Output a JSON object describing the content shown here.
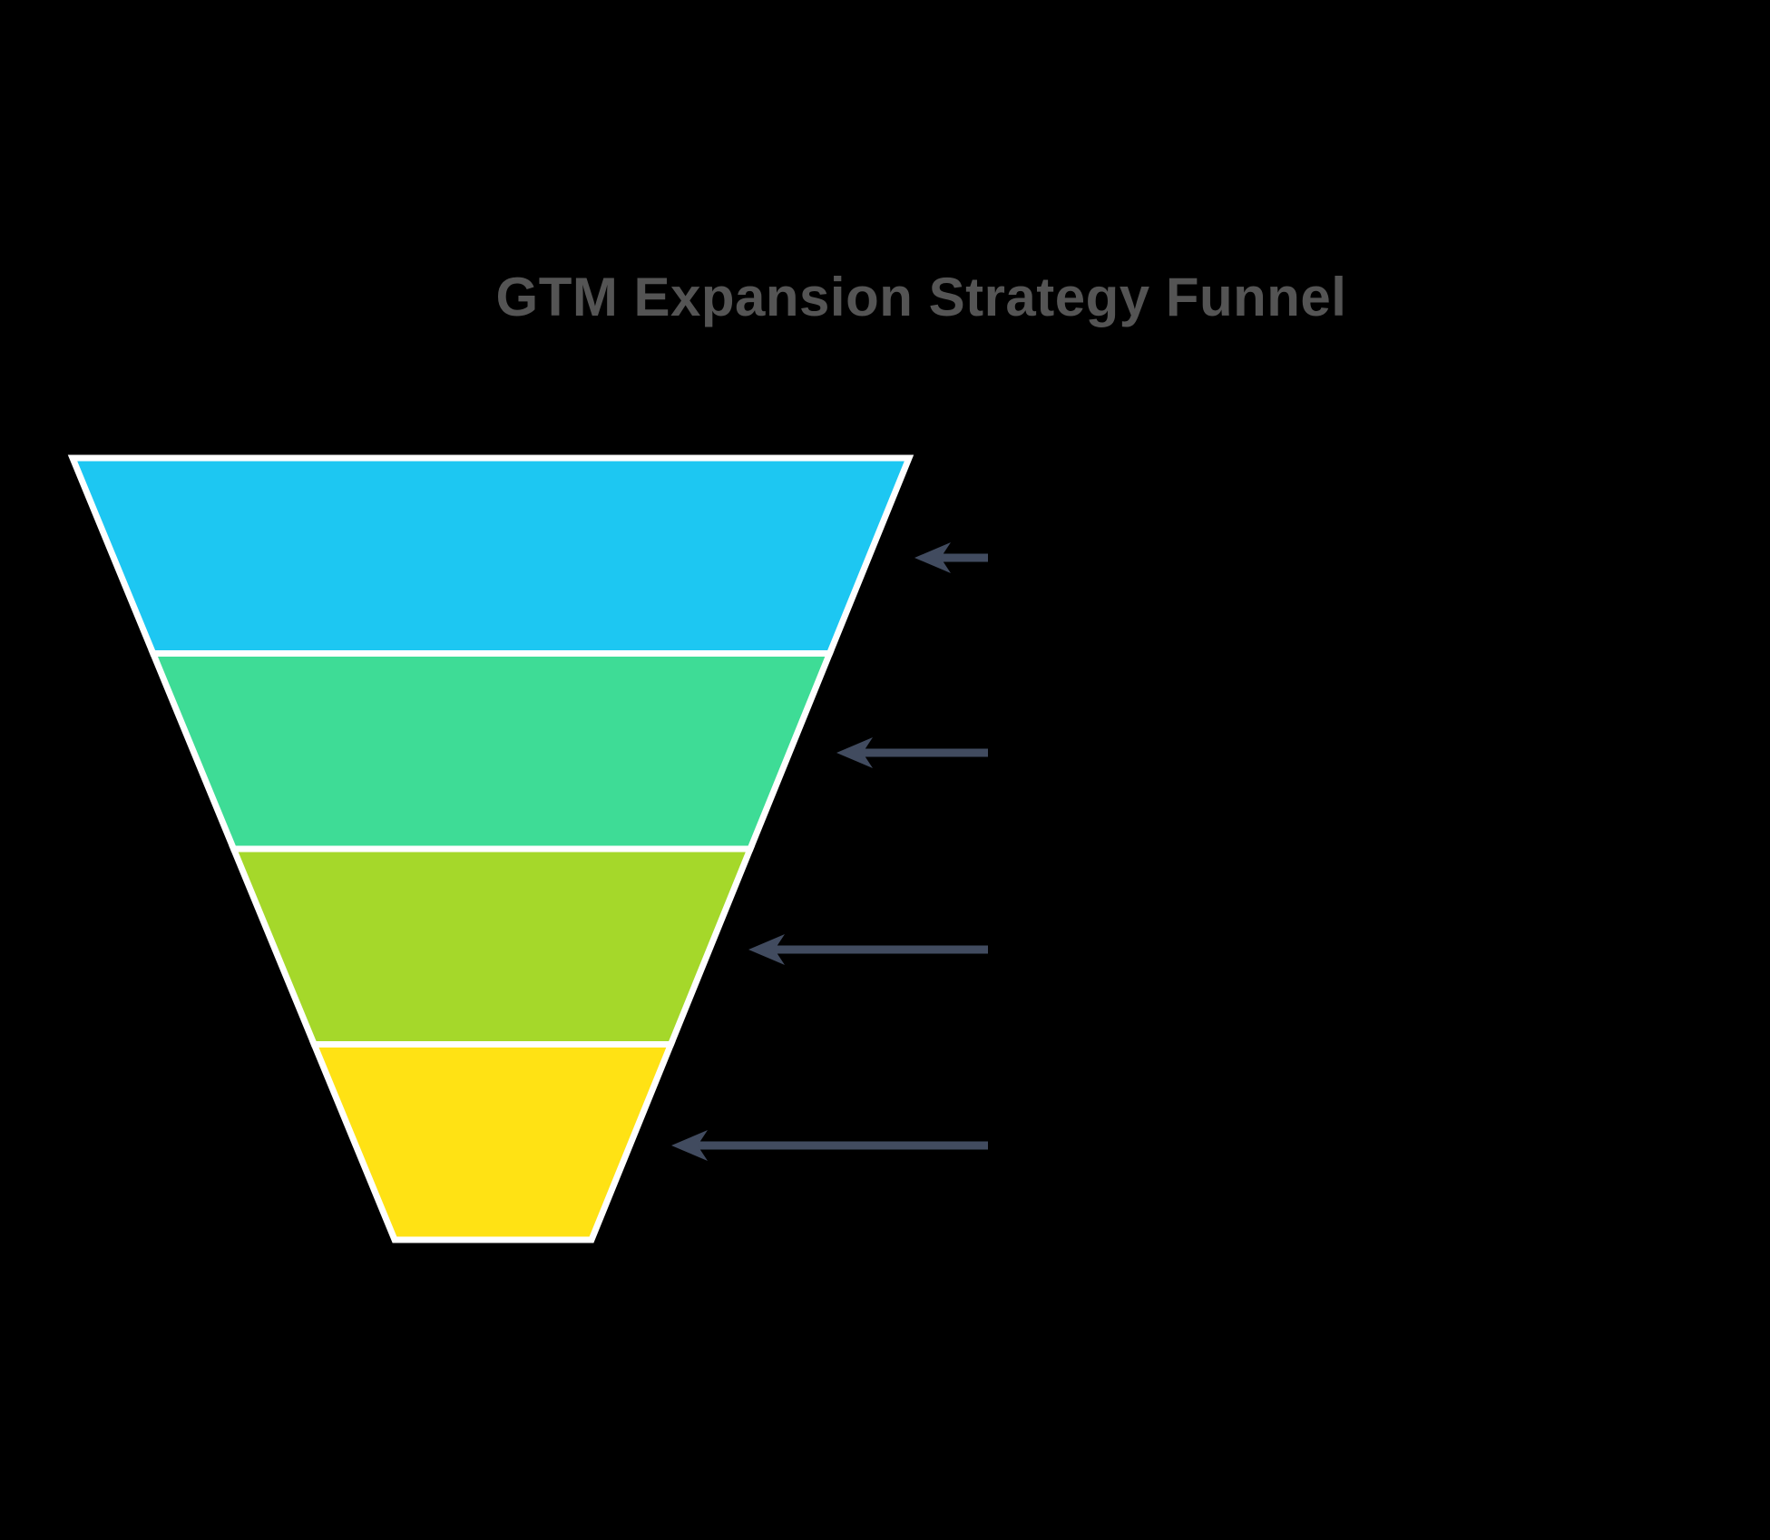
{
  "page": {
    "background_color": "#000000"
  },
  "chart": {
    "title_color": "#545454"
  },
  "chart_data": {
    "type": "funnel",
    "title": "GTM Expansion Strategy Funnel",
    "orientation": "inverted-triangle, widest stage on top",
    "stage_count": 4,
    "stages": [
      {
        "position": 1,
        "color": "#1DC7F2",
        "top_width_pct": 100.0,
        "bottom_width_pct": 80.6
      },
      {
        "position": 2,
        "color": "#3EDC96",
        "top_width_pct": 80.6,
        "bottom_width_pct": 61.4
      },
      {
        "position": 3,
        "color": "#A5D82A",
        "top_width_pct": 61.4,
        "bottom_width_pct": 42.3
      },
      {
        "position": 4,
        "color": "#FFE214",
        "top_width_pct": 42.3,
        "bottom_width_pct": 23.5
      }
    ],
    "stage_labels_visible": false,
    "values_visible": false,
    "divider_color": "#FFFFFF",
    "annotations": {
      "count": 4,
      "style": "left-pointing arrow with horizontal leader line, one per stage, tails right-aligned",
      "arrow_color": "#414B5F",
      "text_visible": false
    },
    "layout_hints": {
      "equal_stage_heights": true,
      "legend": "none",
      "axes": "none",
      "gridlines": "none",
      "background": "#000000"
    }
  }
}
